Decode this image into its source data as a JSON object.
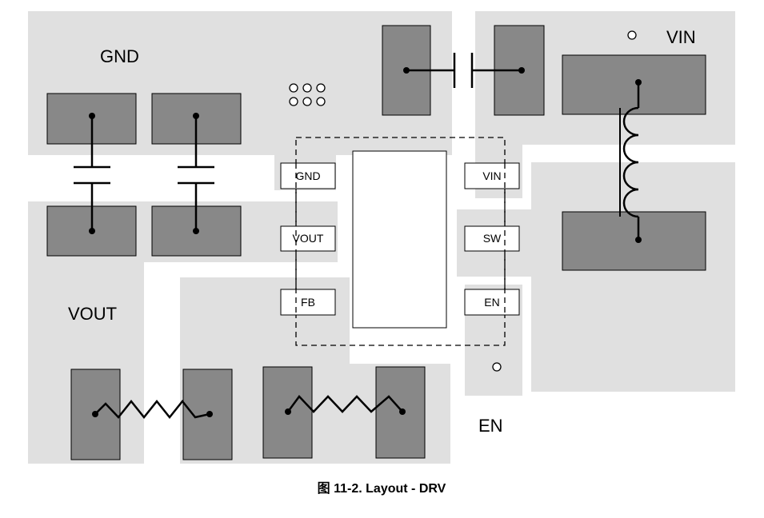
{
  "diagram": {
    "caption": "图 11-2. Layout - DRV",
    "net_labels": {
      "gnd": "GND",
      "vout": "VOUT",
      "vin": "VIN",
      "en": "EN"
    },
    "ic_pins": {
      "gnd": "GND",
      "vout": "VOUT",
      "fb": "FB",
      "vin": "VIN",
      "sw": "SW",
      "en": "EN"
    },
    "colors": {
      "copper_region": "#e0e0e0",
      "pad": "#888888",
      "outline": "#000000",
      "background": "#ffffff"
    }
  }
}
